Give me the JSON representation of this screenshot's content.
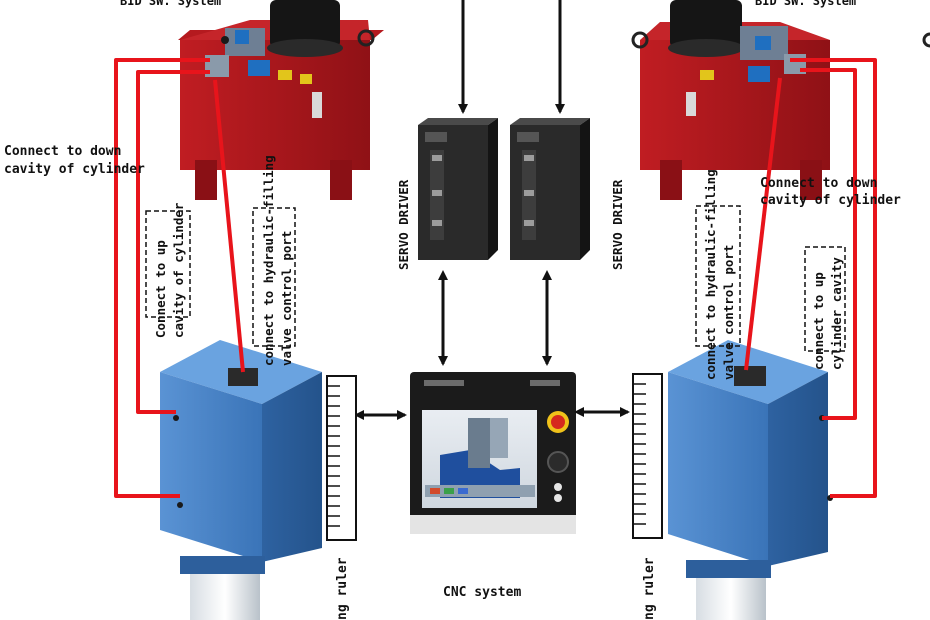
{
  "top_labels": {
    "left_system": "BID SW. System",
    "right_system": "BID SW. System"
  },
  "servo_drivers": [
    {
      "label": "SERVO DRIVER"
    },
    {
      "label": "SERVO DRIVER"
    }
  ],
  "annotations": {
    "left_down_cavity_line1": "Connect to down",
    "left_down_cavity_line2": "cavity of cylinder",
    "left_up_cavity_line1": "Connect to up",
    "left_up_cavity_line2": "cavity of cylinder",
    "left_valve_line1": "connect to hydraulic-filling",
    "left_valve_line2": "valve control port",
    "right_down_cavity_line1": "Connect to down",
    "right_down_cavity_line2": "cavity of cylinder",
    "right_up_cavity_line1": "connect to up",
    "right_up_cavity_line2": "cylinder cavity",
    "right_valve_line1": "connect to hydraulic-filling",
    "right_valve_line2": "valve control port"
  },
  "rulers": {
    "left_label": "ng ruler",
    "right_label": "ng ruler"
  },
  "cnc": {
    "label": "CNC system"
  },
  "colors": {
    "hose": "#e8141b",
    "cylinder": "#3f7fc4",
    "pump_unit": "#a9161b",
    "servo_driver": "#2a2a2a"
  }
}
